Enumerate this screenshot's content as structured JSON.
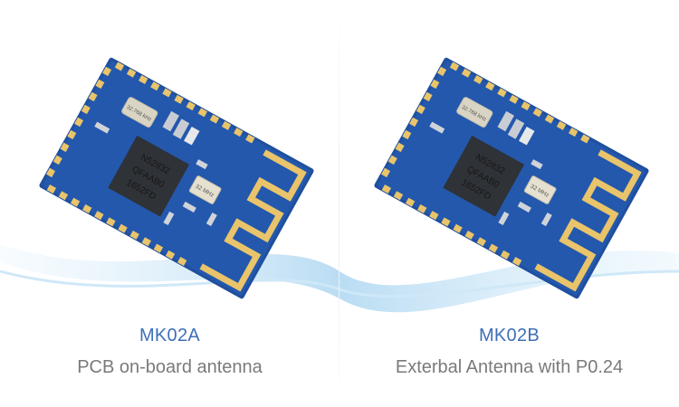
{
  "products": [
    {
      "model": "MK02A",
      "description": "PCB on-board antenna",
      "chip": {
        "line1": "N52832",
        "line2": "QFAAB0",
        "line3": "1652FD"
      },
      "crystal_small": "32.768 kHz",
      "crystal_large": "32 MHz"
    },
    {
      "model": "MK02B",
      "description": "Exterbal Antenna with P0.24",
      "chip": {
        "line1": "N52832",
        "line2": "QFAAB0",
        "line3": "1652FD"
      },
      "crystal_small": "32.768 kHz",
      "crystal_large": "32 MHz"
    }
  ],
  "colors": {
    "board": "#1f4f9e",
    "pad": "#e9c46a",
    "chip": "#2f3236",
    "model_text": "#3d6fb6",
    "desc_text": "#7a7a7a",
    "wave": "#a9d4f0"
  }
}
